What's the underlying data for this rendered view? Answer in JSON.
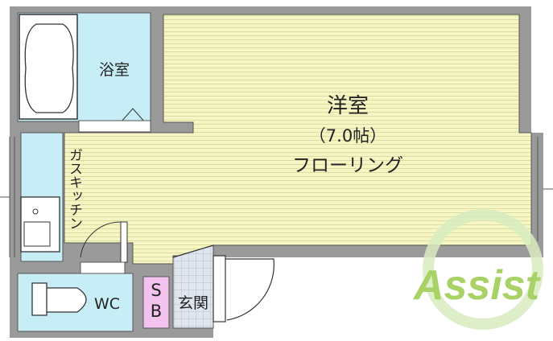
{
  "rooms": {
    "western_room": {
      "name": "洋室",
      "size": "（7.0帖）",
      "floor": "フローリング"
    },
    "bath": {
      "name": "浴室"
    },
    "kitchen": {
      "name": "ガスキッチン"
    },
    "wc": {
      "name": "WC"
    },
    "storage": {
      "line1": "S",
      "line2": "B"
    },
    "entrance": {
      "name": "玄関"
    }
  },
  "watermark": {
    "text": "Assist"
  },
  "colors": {
    "wall": "#9a9a9a",
    "room_floor": "#f6f6c4",
    "wet_area": "#c7eef7",
    "storage": "#f4c2ee",
    "entrance_tile": "#dfe6ee",
    "watermark": "#9acb4c"
  }
}
